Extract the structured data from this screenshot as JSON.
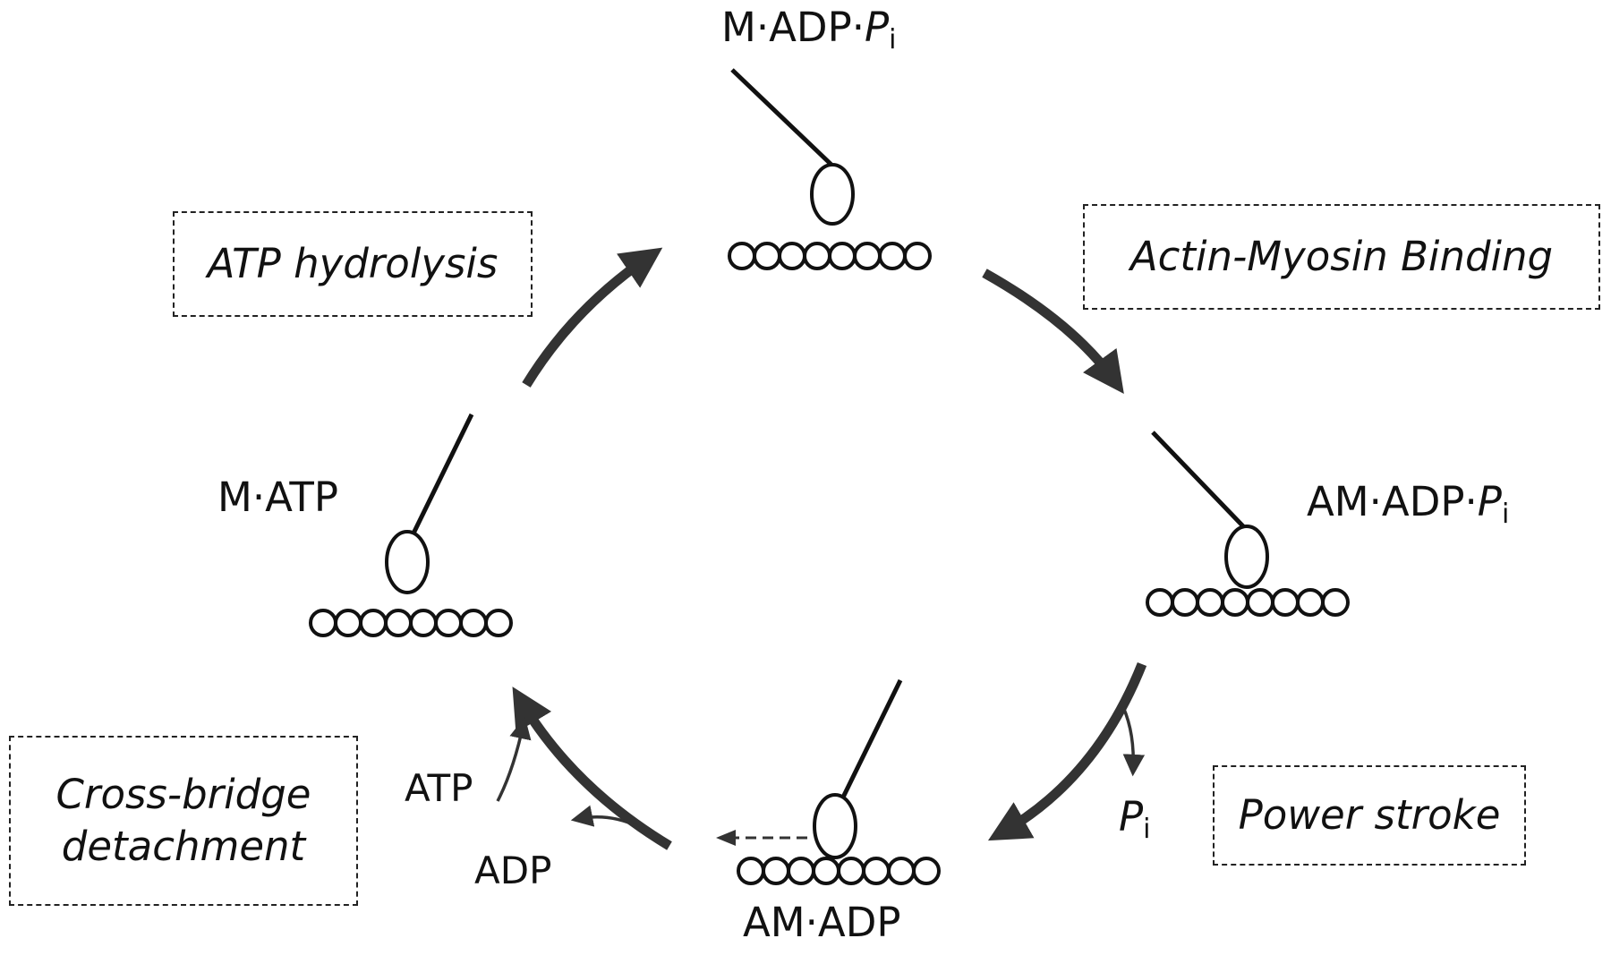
{
  "states": {
    "m_adp_pi": {
      "prefix": "M·ADP·",
      "p": "P",
      "sub": "i"
    },
    "am_adp_pi": {
      "prefix": "AM·ADP·",
      "p": "P",
      "sub": "i"
    },
    "am_adp": {
      "label": "AM·ADP"
    },
    "m_atp": {
      "label": "M·ATP"
    }
  },
  "steps": {
    "atp_hydrolysis": "ATP hydrolysis",
    "actin_myosin_binding": "Actin-Myosin Binding",
    "power_stroke": "Power stroke",
    "crossbridge_line1": "Cross-bridge",
    "crossbridge_line2": "detachment"
  },
  "side_labels": {
    "pi_p": "P",
    "pi_sub": "i",
    "atp": "ATP",
    "adp": "ADP"
  }
}
